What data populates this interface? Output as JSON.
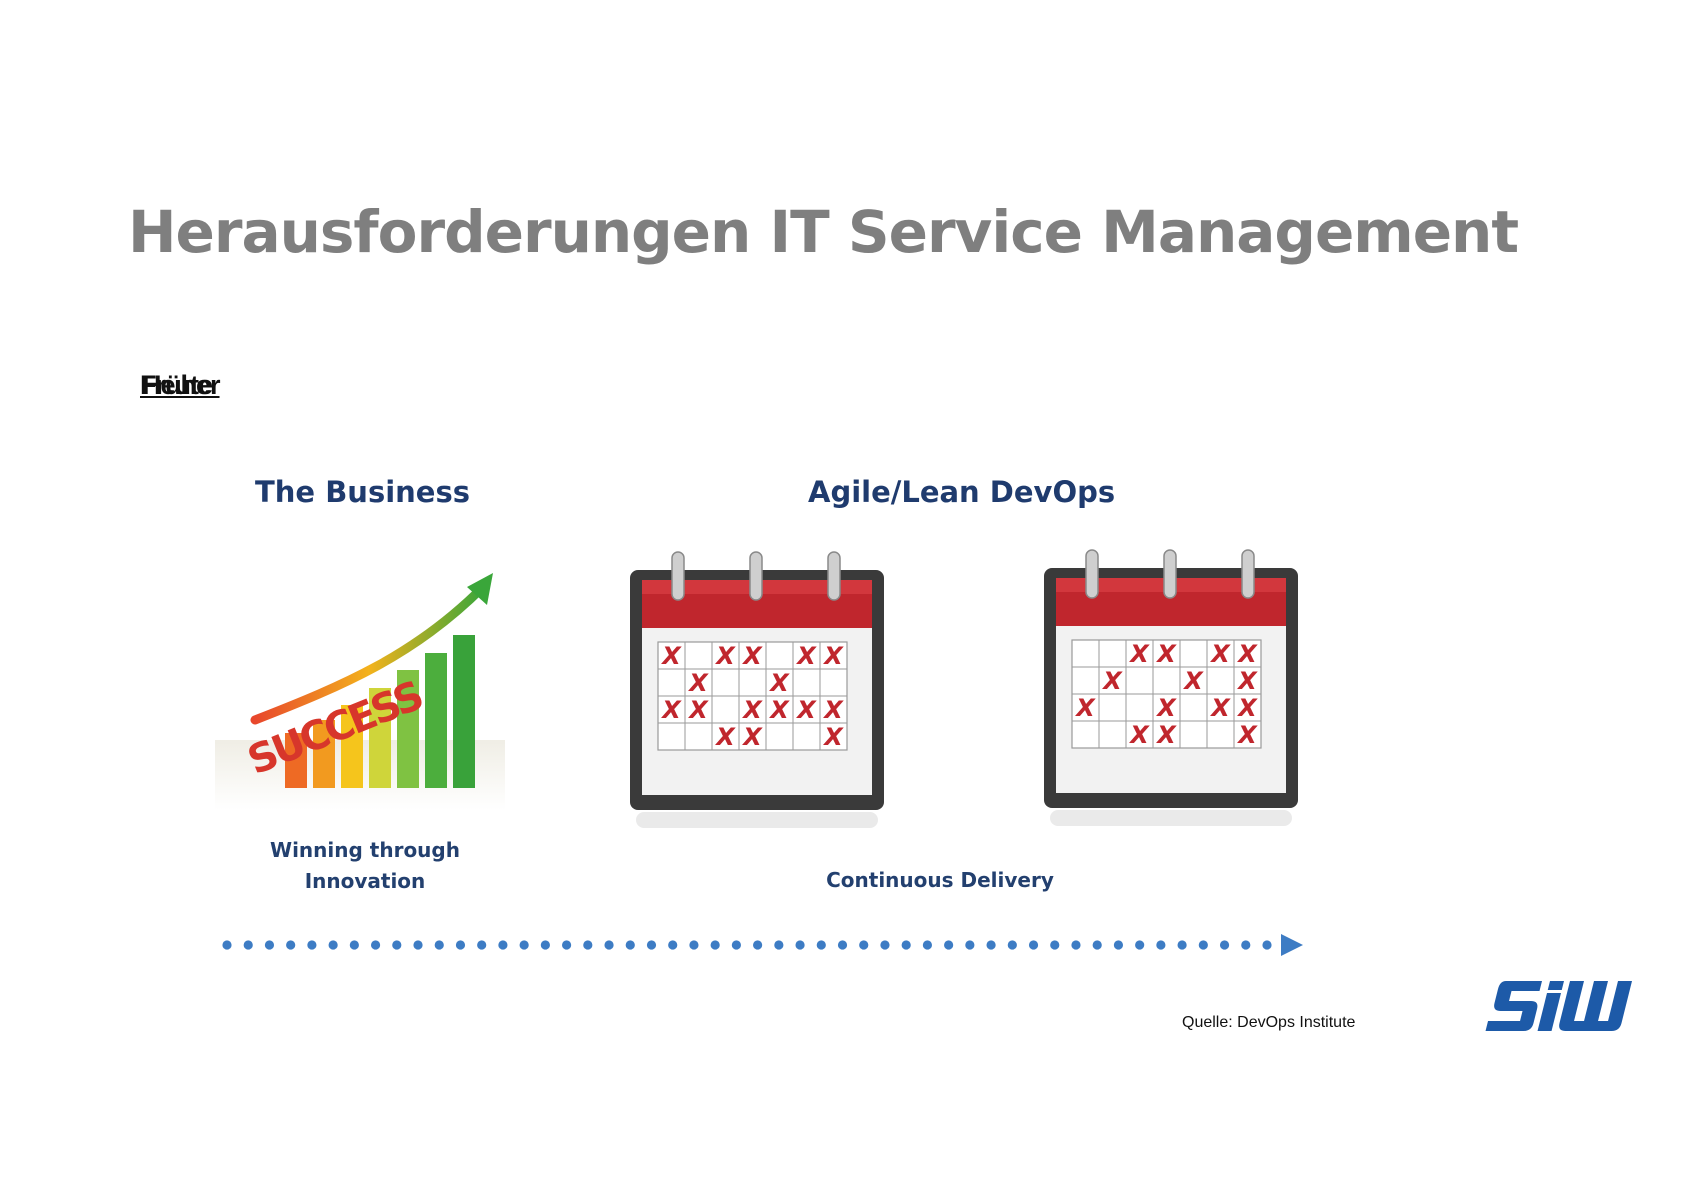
{
  "slide": {
    "title": "Herausforderungen IT Service Management",
    "overlap_labels": [
      "Früher",
      "Heute"
    ]
  },
  "diagram": {
    "left_heading": "The Business",
    "right_heading": "Agile/Lean DevOps",
    "success_graphic_text": "SUCCESS",
    "left_caption_line1": "Winning through",
    "left_caption_line2": "Innovation",
    "right_caption": "Continuous Delivery",
    "calendar_mark": "X"
  },
  "footer": {
    "source": "Quelle: DevOps Institute",
    "logo_text": "SIW"
  },
  "colors": {
    "title": "#7f7f7f",
    "heading_navy": "#1f3b6e",
    "calendar_red": "#c0262d",
    "arrow_blue": "#3d7cc4",
    "logo_blue": "#1d5aa8"
  }
}
